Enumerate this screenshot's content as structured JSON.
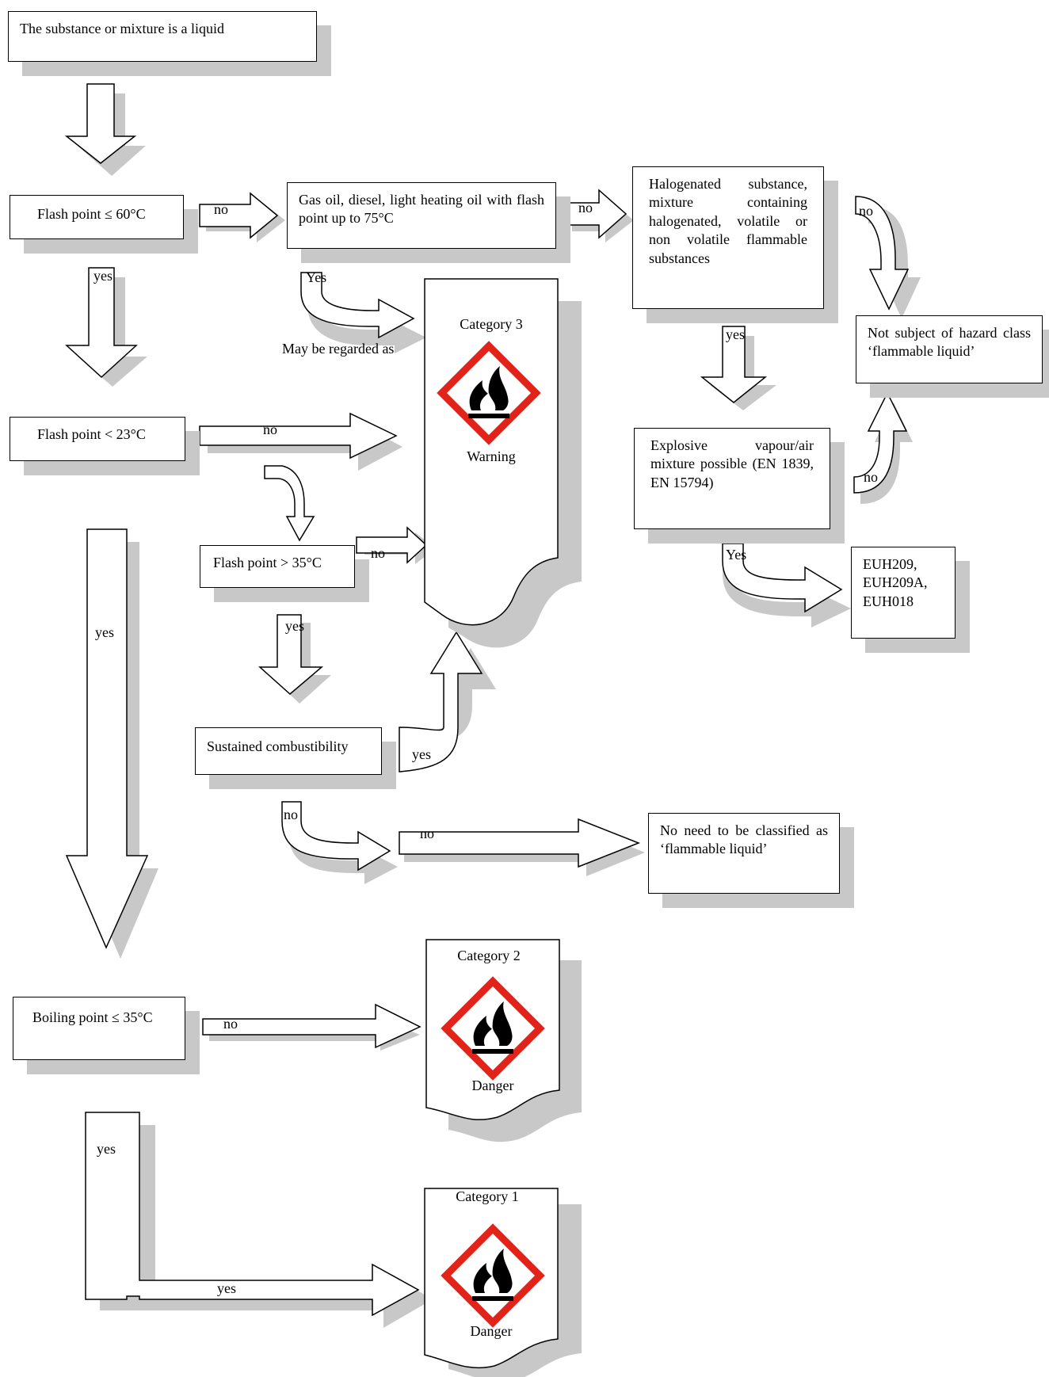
{
  "nodes": {
    "start": "The substance or mixture is a liquid",
    "flash60": "Flash point ≤ 60°C",
    "gasoil": "Gas oil, diesel, light heating oil with flash point up to 75°C",
    "halogen": "Halogenated substance, mixture containing halogenated, volatile or non volatile flammable substances",
    "not_subject": "Not subject of hazard class ‘flammable liquid’",
    "flash23": "Flash point < 23°C",
    "explosive": "Explosive vapour/air mixture possible (EN 1839, EN 15794)",
    "euh": [
      "EUH209,",
      "EUH209A,",
      "EUH018"
    ],
    "flash35": "Flash point > 35°C",
    "sustained": "Sustained combustibility",
    "no_need": "No need to be classified as ‘flammable liquid’",
    "boiling": "Boiling point ≤ 35°C"
  },
  "categories": {
    "cat3": {
      "title": "Category 3",
      "signal": "Warning"
    },
    "cat2": {
      "title": "Category 2",
      "signal": "Danger"
    },
    "cat1": {
      "title": "Category 1",
      "signal": "Danger"
    }
  },
  "edge_labels": {
    "flash60_no": "no",
    "flash60_yes": "yes",
    "gasoil_no": "no",
    "gasoil_yes": "Yes",
    "may_be_regarded": "May be regarded as",
    "halogen_no": "no",
    "halogen_yes": "yes",
    "explosive_no": "no",
    "explosive_yes": "Yes",
    "flash23_no": "no",
    "flash23_yes": "yes",
    "flash35_no": "no",
    "flash35_yes": "yes",
    "sustained_yes": "yes",
    "sustained_no": "no",
    "sustained_no_arrow": "no",
    "boiling_no": "no",
    "boiling_yes": "yes",
    "boiling_yes_arrow": "yes"
  },
  "colors": {
    "pictogram_border": "#e2231a",
    "shadow": "#c8c8c8"
  }
}
